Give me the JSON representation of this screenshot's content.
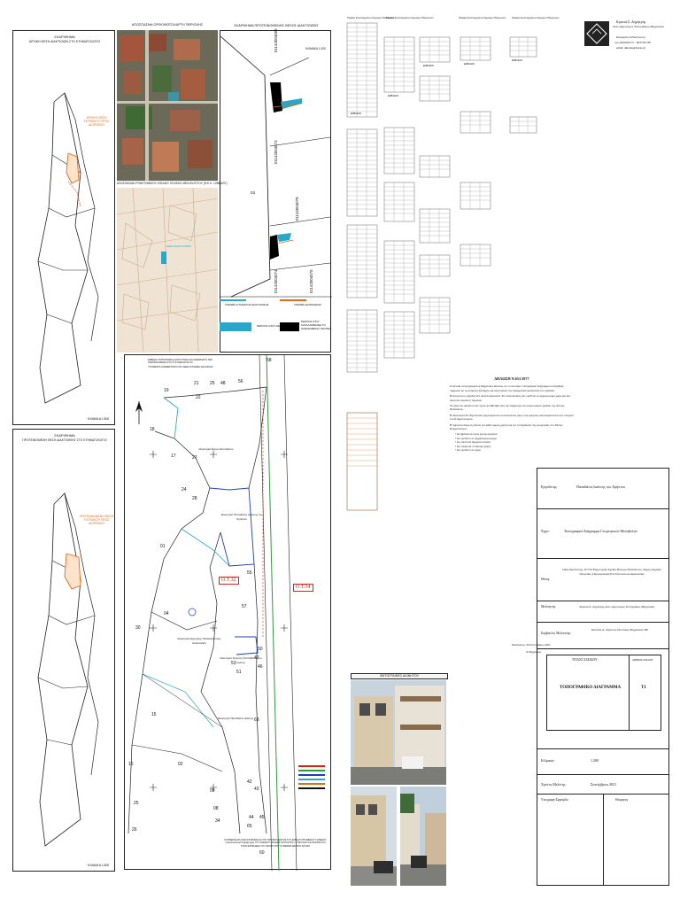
{
  "header": {
    "stamp_name": "Κρανιά Σ. Δημήτρης",
    "stamp_role": "Διπλ.Αγρονόμος Τοπογράφος Μηχανικός",
    "stamp_lines": [
      "Καλαμάτα Α'Ναυπλιώτη",
      "τηλ.2610622175 - 6937397187",
      "email: dkrania@kynet.gr"
    ]
  },
  "left_top": {
    "title": "ΣΚΑΡΙΦΗΜΑ",
    "subtitle": "ΑΡΧΙΚΗ ΘΕΣΗ ΔΙΑΚΤΙΟΙΩΝ ΣΤΟ ΚΤΗΜΑΤΟΛΟΓΙΟ",
    "annotation": "ΑΡΧΙΚΗ ΘΕΣΗ ΤΕΤΡΑΚΙΟΥ ΠΡΟΣ ΔΙΟΡΘΩΣΗ",
    "scale": "ΚΛΙΜΑΚΑ 1:500"
  },
  "left_bottom": {
    "title": "ΣΚΑΡΙΦΗΜΑ",
    "subtitle": "ΠΡΟΤΕΙΝΟΜΕΝΗ ΘΕΣΗ ΔΙΑΚΤΙΟΙΘΗΣ ΣΤΟ ΚΤΗΜΑΤΟΛΟΓΙΟ",
    "annotation": "ΠΡΟΤΕΙΝΟΜΕΝΗ ΘΕΣΗ ΤΕΤΡΑΚΙΟΥ ΠΡΟΣ ΔΙΟΡΘΩΣΗ",
    "scale": "ΚΛΙΜΑΚΑ 1:500"
  },
  "ortho": {
    "title": "ΑΠΟΣΠΑΣΜΑ ΟΡΘΟΦΩΤΟΧΑΡΤΗ ΠΕΡΙΟΧΗΣ",
    "plan_caption": "ΑΠΟΣΠΑΣΜΑ ΡΥΜΟΤΟΜΙΚΟΥ ΣΧΕΔΙΟΥ ΠΟΛΕΩΣ ΜΕΣΟΛΟΓΓΙΟΥ (Φ.Ε.Κ. 1258/Δ/97)",
    "plan_label": "ΘΕΣΗ ΔΙΑΚΤΙΟΙΘΗΣ"
  },
  "proposal": {
    "title": "ΣΚΑΡΙΦΗΜΑ ΠΡΟΤΕΙΝΟΜΕΝΗΣ ΘΕΣΗΣ ΔΙΑΚΤΙΟΙΘΗΣ",
    "scale": "ΚΛΙΜΑΚΑ 1:200",
    "kaek": [
      "01142004088",
      "01142004073",
      "01142004078",
      "01142004074",
      "01142004075"
    ],
    "block_label": "03",
    "legend": [
      {
        "label": "ΓΡΑΜΜΗ ΚΤΗΜΑΤΟΣ ΔΙΑΚΤΙΟΙΘΗΣ",
        "color": "#2aa7c8"
      },
      {
        "label": "ΓΡΑΜΜΗ ΔΙΟΡΘΩΣΗΣ",
        "color": "#e06a1a"
      },
      {
        "label": "ΠΕΡΙΟΧΗ ΠΟΥ ΑΦΑΙΡΕΙΤΑΙ",
        "color": "#2aa7c8"
      },
      {
        "label": "ΠΕΡΙΟΧΗ ΠΟΥ ΚΑΤΑΛΑΜΒΑΝΕΙ ΤΟ ΔΙΟΡΘΩΜΕΝΟ ΓΕΩΤΕΜ",
        "color": "#000000"
      }
    ]
  },
  "main_plan": {
    "blocks": [
      "Ο.Τ.32",
      "Ο.Τ.34"
    ],
    "owners": [
      "Ιδιοκτησία Δήμου Ναυπάκτου",
      "Ιδιοκτησία Παπαδάτος Ιωάννης του Χρήστου",
      "Ιδιοκτησία Δημήτρης Παπαδόπουλος Αναστασίου",
      "Ιδιοκτησία Παπαδάτου Ελένης",
      "Ιδιοκτησία Χρήστος Παπαδάτος του Ιωάννη"
    ],
    "point_labels": [
      "19",
      "21",
      "25",
      "48",
      "56",
      "18",
      "17",
      "27",
      "24",
      "28",
      "01",
      "04",
      "30",
      "22",
      "15",
      "16",
      "02",
      "25",
      "26",
      "08",
      "09",
      "34",
      "42",
      "43",
      "44",
      "45",
      "46",
      "47",
      "50",
      "51",
      "53",
      "55",
      "57",
      "58",
      "60",
      "63",
      "65"
    ],
    "notes": [
      "ΕΜΒΑΔΑ ΤΟΠΟΓΡΑΦΙΚΗ ΑΠΟΤΥΠΩΣΗ ΚΑΙ ΕΦΑΡΜΟΓΗ ΤΩΝ ΠΑΡΑΤΗΡΗΣΕΩΝ ΣΤΟ ΣΥΣΤΗΜΑ ΕΓΣΑ '87",
      "ΥΨΟΜΕΤΡΑ ΑΝΑΦΕΡΟΝΤΑΙ ΣΤΗ ΜΕΣΗ ΣΤΑΘΜΗ ΘΑΛΑΣΣΗΣ"
    ],
    "bottom_caption": "ΣΥΜΠΕΡΙΛΗΨΗ ΤΩΝ ΚΤΗΡΙΩΝ ΚΑΙ ΤΟΥ ΠΡΟΣΚΤΗΜΑΤΟΣ ΤΟΥ ΕΠΙΚΑΛΥΠΤΟΜΕΝΟΥ ΓΗΠΕΔΟΥ (Τροποποιητικό Παράρτημα) ΤΟΥ ΣΧΕΔΙΟΥ ΠΟΛΕΩΣ ΝΑΥΠΑΚΤΟΥ ΣΤΗΝ ΟΔΟ ΚΑΛΛΙΟΠΗΣ ΚΑΙ ΣΤΗΝ ΕΠΙΦΑΝΕΙΑ ΤΟΥ ΙΔΙΟΚΤΗΤΟΥ ΣΥΜΦΩΝΑ ΜΕ ΤΗΝ ΑΙΤΗΣΗ"
  },
  "tables_area": {
    "heading": "Πίνακας Συντεταγμένων Κορυφών Πολυγώνου",
    "sub": "ΕΜΒΑΔΟΝ"
  },
  "statement": {
    "title": "ΔΗΛΩΣΗ Ν.651/1977",
    "body": [
      "Ο κάτωθι υπογεγραμμένος Μηχανικός δηλώνω ότι το ανωτέρω τοπογραφικό διάγραμμα συντάχθηκε σύμφωνα με τις κείμενες διατάξεις και αποτυπώνει την πραγματική κατάσταση του γηπέδου.",
      "Η έκταση του γηπέδου δεν απαλλοτριώνεται, δεν είναι δασική, δεν εμπίπτει σε αρχαιολογικό χώρο και δεν αποτελεί αιγιαλό ή παραλία.",
      "Τα όρια του ακινήτου δεν έχουν μεταβληθεί από την εφαρμογή του ρυμοτομικού σχεδίου της πόλεως Ναυπάκτου.",
      "Η ιδιοκτησία δεν θίγεται από ρυμοτομία και οι αποστάσεις προς τους όμορους ανταποκρίνονται στα στοιχεία του Κτηματολογίου.",
      "Η παρούσα δήλωση γίνεται για κάθε νόμιμη χρήση και για τη διόρθωση της γεωμετρίας στο Εθνικό Κτηματολόγιο."
    ],
    "bullets": [
      "δεν βρίσκεται εντός ζώνης αιγιαλού",
      "δεν εμπίπτει σε αρχαιολογικό χώρο",
      "δεν αποτελεί δημόσια έκταση",
      "δεν υπάγεται σε δασικό χάρτη",
      "δεν εμπίπτει σε ρέμα"
    ],
    "date": "Ναύπακτος, 20 Σεπτεμβρίου 2021",
    "signer": "Ο Μηχανικός"
  },
  "photos": {
    "title": "ΦΩΤΟΓΡΑΦΙΕΣ ΑΚΙΝΗΤΟΥ"
  },
  "title_block": {
    "rows": [
      {
        "label": "Εργοδότης:",
        "value": "Παπαδάτος Ιωάννης του Χρήστου"
      },
      {
        "label": "Έργο:",
        "value": "Τοπογραφικό Διάγραμμα Γεωμετρικών Μεταβολών"
      },
      {
        "label": "Θέση:",
        "value": "Οδός Καλλιόπης, Ο.Τ.32 Ρυμοτομικό Σχέδιο Πόλεως Ναυπάκτου, Δήμος Αρχαίας Ολυμπίας, Περιφερειακή Ενότητα Αιτωλοακαρνανίας"
      },
      {
        "label": "Μελετητής:",
        "value": "Κρανιά Σ. Δημήτρης Διπλ.Αγρονόμος Τοπογράφος Μηχανικός"
      },
      {
        "label": "Σύμβουλος Μελετητής:",
        "value": "Καπνιάς Α. Χρήστος Πολιτικός Μηχανικός ΠΕ"
      }
    ],
    "drawing_title_label": "ΤΙΤΛΟΣ ΣΧΕΔΙΟΥ :",
    "drawing_title": "ΤΟΠΟΓΡΑΦΙΚΟ ΔΙΑΓΡΑΜΜΑ",
    "drawing_no_label": "ΑΡΙΘΜΟΣ ΣΧΕΔΙΟΥ",
    "drawing_no": "Τ1",
    "scale_label": "Κλίμακα :",
    "scale": "1:200",
    "date_label": "Χρόνος Μελέτης :",
    "date": "Σεπτέμβριος 2021",
    "sign_label": "Υπογραφή-Σφραγίδα",
    "approve_label": "Θεώρηση"
  },
  "colors": {
    "cyan": "#2aa7c8",
    "orange": "#e06a1a",
    "red": "#d8201c",
    "green": "#2f9a3a",
    "blue": "#1a3fbf"
  }
}
